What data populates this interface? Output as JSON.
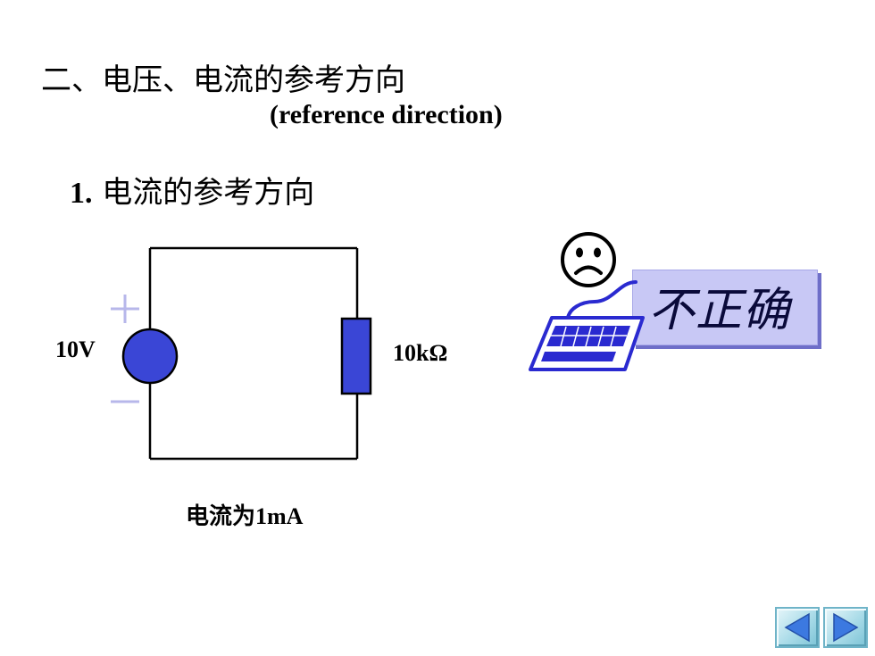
{
  "slide": {
    "title": "二、电压、电流的参考方向",
    "subtitle": "(reference direction)",
    "section_number": "1.",
    "section_title": " 电流的参考方向"
  },
  "circuit": {
    "source_label": "10V",
    "resistor_label": "10kΩ",
    "plus_sign": "+",
    "minus_sign": "−",
    "caption_prefix": "电流为",
    "caption_value": "1mA",
    "source_fill": "#3a46d6",
    "resistor_fill": "#3a46d6",
    "polarity_color": "#b7b7ea"
  },
  "feedback": {
    "text": "不正确",
    "face_icon": "sad-face-icon",
    "keyboard_icon": "keyboard-icon",
    "accent": "#2a2ad0",
    "box_color": "#c8c8f5"
  },
  "navigation": {
    "prev_icon": "triangle-left-icon",
    "next_icon": "triangle-right-icon"
  }
}
